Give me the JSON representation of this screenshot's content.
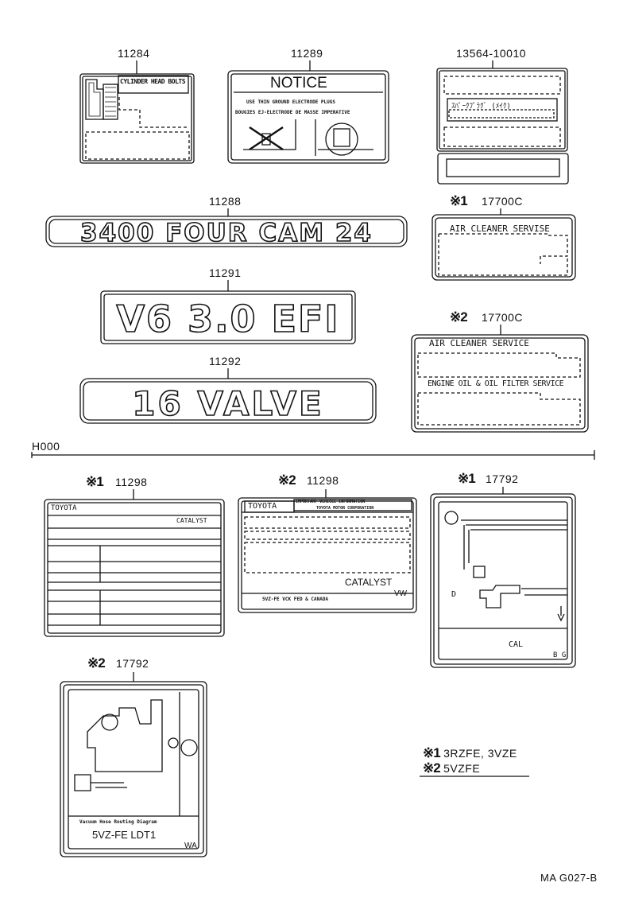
{
  "parts": {
    "p11284": "11284",
    "p11289": "11289",
    "p13564": "13564-10010",
    "p11288": "11288",
    "p17700c_1": "17700C",
    "p11291": "11291",
    "p17700c_2": "17700C",
    "p11292": "11292",
    "p11298_1": "11298",
    "p11298_2": "11298",
    "p17792_1": "17792",
    "p17792_2": "17792"
  },
  "marks": {
    "m1": "※1",
    "m2": "※2"
  },
  "labels": {
    "cylinder_head": "CYLINDER HEAD BOLTS",
    "notice_title": "NOTICE",
    "notice_line1": "USE THIN GROUND ELECTRODE PLUGS",
    "notice_line2": "BOUGIES EJ-ELECTRODE DE MASSE IMPERATIVE",
    "label_13564_text": "ｽﾊﾟｰｸﾌﾟﾗｸﾞ (ﾒｲｸ)",
    "emblem_3400": "3400 FOUR CAM 24",
    "emblem_v6": "V6 3.0 EFI",
    "emblem_16v": "16 VALVE",
    "air_cleaner_1": "AIR CLEANER SERVISE",
    "air_cleaner_2": "AIR CLEANER SERVICE",
    "engine_oil": "ENGINE OIL & OIL FILTER SERVICE",
    "section": "H000",
    "toyota_1": "TOYOTA",
    "catalyst_1": "CATALYST",
    "toyota_2": "TOYOTA",
    "emission_head1": "IMPORTANT VEHICLE INFORMATION",
    "emission_head2": "TOYOTA MOTOR CORPORATION",
    "catalyst_2": "CATALYST",
    "vw": "VW",
    "vzfe_line": "5VZ-FE VCK FED & CANADA",
    "d_label": "D",
    "cal": "CAL",
    "bg": "B G",
    "vacuum_title": "Vacuum Hose Routing Diagram",
    "vacuum_code": "5VZ-FE LDT1",
    "wa": "WA"
  },
  "legend": {
    "item1_mark": "※1",
    "item1_text": "3RZFE, 3VZE",
    "item2_mark": "※2",
    "item2_text": "5VZFE"
  },
  "footer": "MA  G027-B"
}
